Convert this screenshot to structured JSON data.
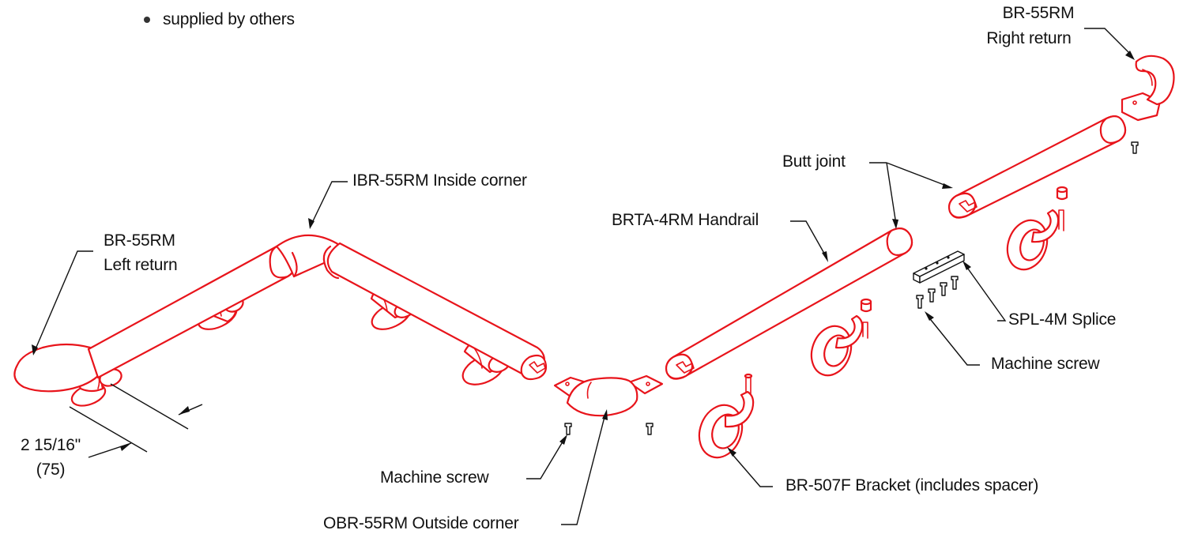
{
  "legend": {
    "bullet_text": "supplied by others",
    "bullet_color": "#333333"
  },
  "labels": {
    "br55rm_right": [
      "BR-55RM",
      "Right return"
    ],
    "br55rm_left": [
      "BR-55RM",
      "Left return"
    ],
    "ibr55rm": "IBR-55RM Inside corner",
    "brta4rm": "BRTA-4RM Handrail",
    "butt_joint": "Butt joint",
    "spl4m": "SPL-4M Splice",
    "machine_screw_right": "Machine screw",
    "machine_screw_left": "Machine screw",
    "br507f": "BR-507F Bracket (includes spacer)",
    "obr55rm": "OBR-55RM Outside corner",
    "dimension": [
      "2 15/16\"",
      "(75)"
    ]
  },
  "colors": {
    "rail": "#e8141b",
    "ink": "#111111"
  }
}
